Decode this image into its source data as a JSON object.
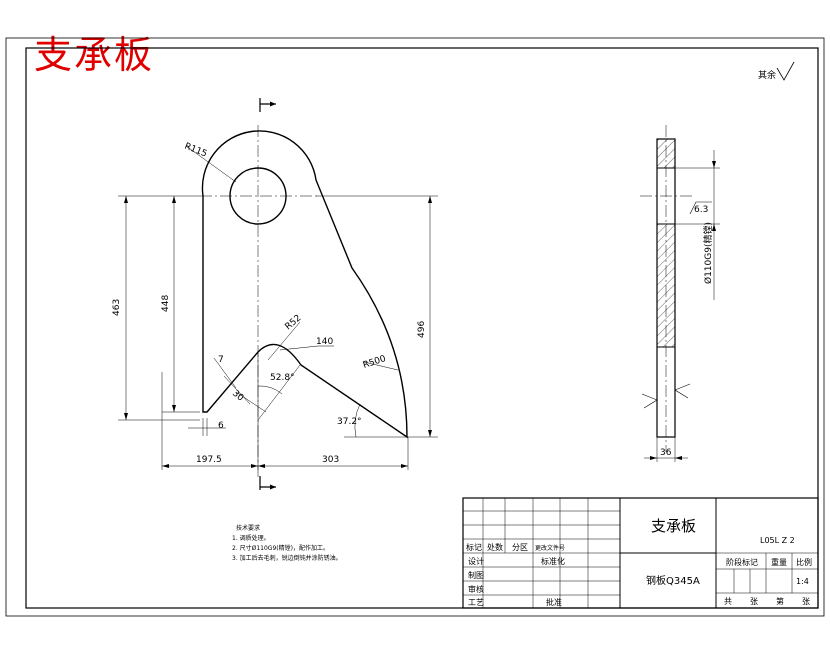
{
  "stamp_title": "支承板",
  "roughness_remark": "其余",
  "section_marker": "",
  "dimensions": {
    "r115": "R115",
    "h463": "463",
    "h448": "448",
    "r52": "R52",
    "d140": "140",
    "a52_8": "52.8°",
    "d7": "7",
    "d30": "30",
    "d6": "6",
    "r500": "R500",
    "h496": "496",
    "a37_2": "37.2°",
    "w197_5": "197.5",
    "w303": "303",
    "s6_3": "6.3",
    "bore": "Ø110G9(精镗)",
    "t36": "36"
  },
  "tech_notes": [
    "技术要求",
    "1. 调质处理。",
    "2. 尺寸Ø110G9(精镗)，配作加工。",
    "3. 加工后去毛刺，锐边倒钝并涂防锈油。"
  ],
  "title_block": {
    "part_name": "支承板",
    "drawing_no": "L05L Z 2",
    "material": "钢板Q345A",
    "header_cells": [
      "标记",
      "处数",
      "分区",
      "更改文件号"
    ],
    "left_rows": [
      "设计",
      "制图",
      "审核",
      "工艺"
    ],
    "std_label": "标准化",
    "approve_label": "批准",
    "stage_label": "阶段标记",
    "weight_label": "重量",
    "scale_label": "比例",
    "scale_value": "1:4",
    "sheets": [
      "共",
      "张",
      "第",
      "张"
    ]
  }
}
